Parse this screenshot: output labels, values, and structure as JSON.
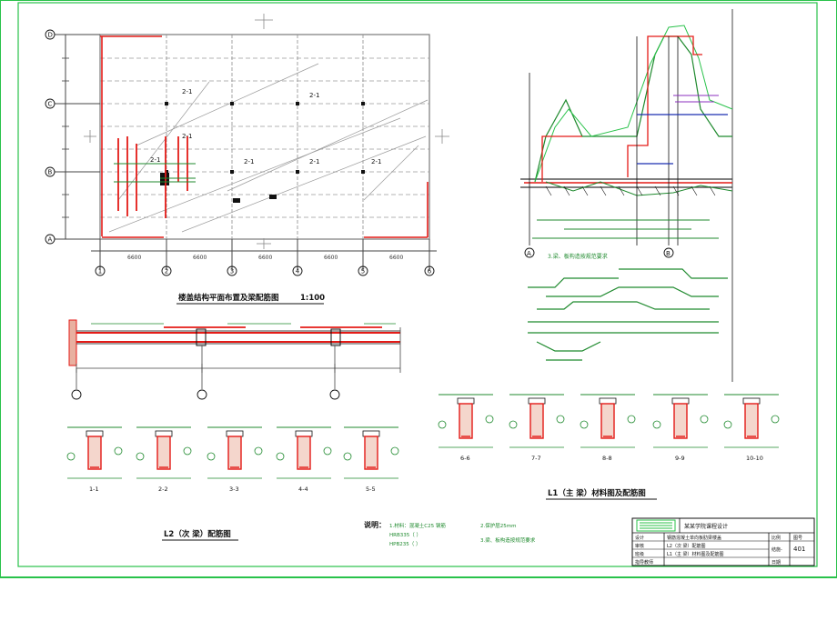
{
  "drawing": {
    "plan_title": "楼盖结构平面布置及梁配筋图",
    "plan_scale": "1:100",
    "axis_letters": [
      "A",
      "B",
      "C",
      "D"
    ],
    "axis_numbers": [
      "1",
      "2",
      "3",
      "4",
      "5",
      "6"
    ],
    "span_label": "6600",
    "slab_labels": [
      "2-1",
      "2-1",
      "2-1",
      "2-1",
      "2-1",
      "2-1",
      "2-1"
    ],
    "l2_title": "L2（次 梁）配筋图",
    "l1_title": "L1（主 梁）材料图及配筋图",
    "sections_lower": [
      "1-1",
      "2-2",
      "3-3",
      "4-4",
      "5-5"
    ],
    "sections_upper": [
      "6-6",
      "7-7",
      "8-8",
      "9-9",
      "10-10"
    ],
    "notes_heading": "说明：",
    "notes_left": "1.材料：混凝土C25  钢筋",
    "notes_left2": "HRB335（  ）",
    "notes_left3": "HPB235（ ）",
    "notes_right": "2.保护层25mm",
    "notes_right2": "3.梁、板构造按规范要求",
    "l1_axis_bottom": [
      "A",
      "B"
    ],
    "colors": {
      "frame": "#29c24a",
      "grid": "#999999",
      "rebar": "#e41b17",
      "dim": "#1f8a2e",
      "ink": "#000000"
    }
  },
  "title_block": {
    "school": "某某学院课程设计",
    "drawing_title_line1": "钢筋混凝土单向板肋梁楼盖",
    "drawing_title_line2": "L2（次 梁）配筋图",
    "drawing_title_line3": "L1（主 梁）材料图及配筋图",
    "row_labels": [
      "设计",
      "审核",
      "班级",
      "指导教师"
    ],
    "drawing_no_label": "图号",
    "drawing_no": "401",
    "sheet_label": "结施-",
    "scale_label": "比例",
    "date_label": "日期"
  }
}
